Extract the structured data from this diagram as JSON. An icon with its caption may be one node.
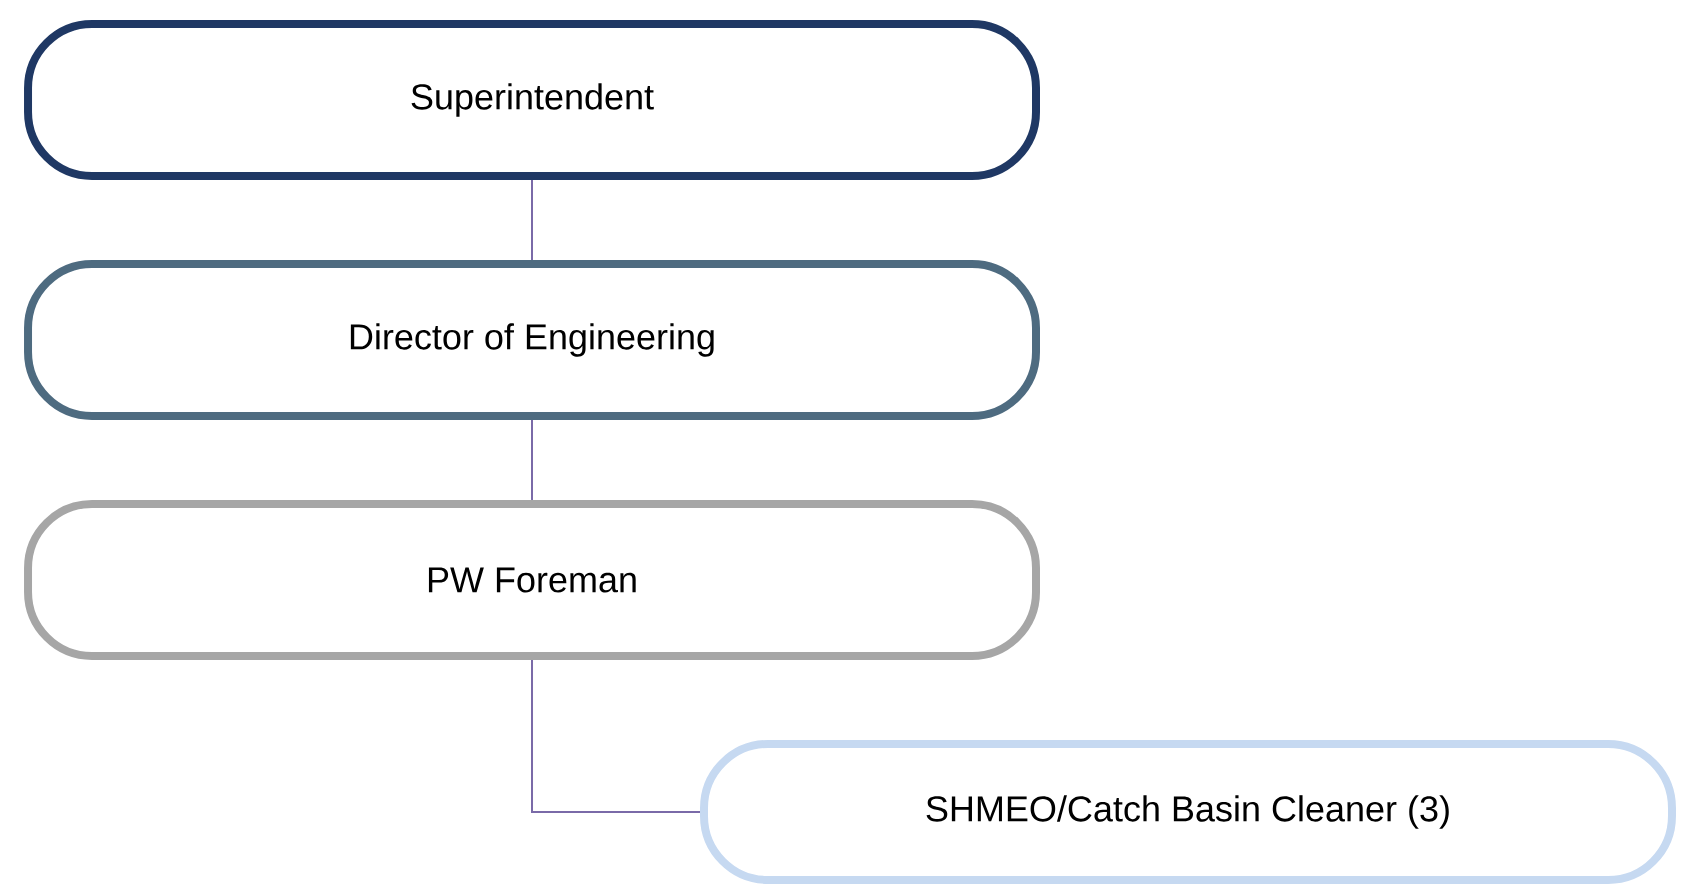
{
  "diagram": {
    "nodes": [
      {
        "text": [
          "Superintendent"
        ]
      },
      {
        "text": [
          "Director of Engineering"
        ]
      },
      {
        "text": [
          "PW Foreman"
        ]
      },
      {
        "text": [
          "SHMEO/Catch Basin Cleaner (3)"
        ]
      }
    ],
    "edges": [
      {
        "from": 0,
        "to": 1,
        "arrow": "none"
      },
      {
        "from": 1,
        "to": 2,
        "arrow": "none"
      },
      {
        "from": 2,
        "to": 3,
        "arrow": "none"
      }
    ]
  }
}
